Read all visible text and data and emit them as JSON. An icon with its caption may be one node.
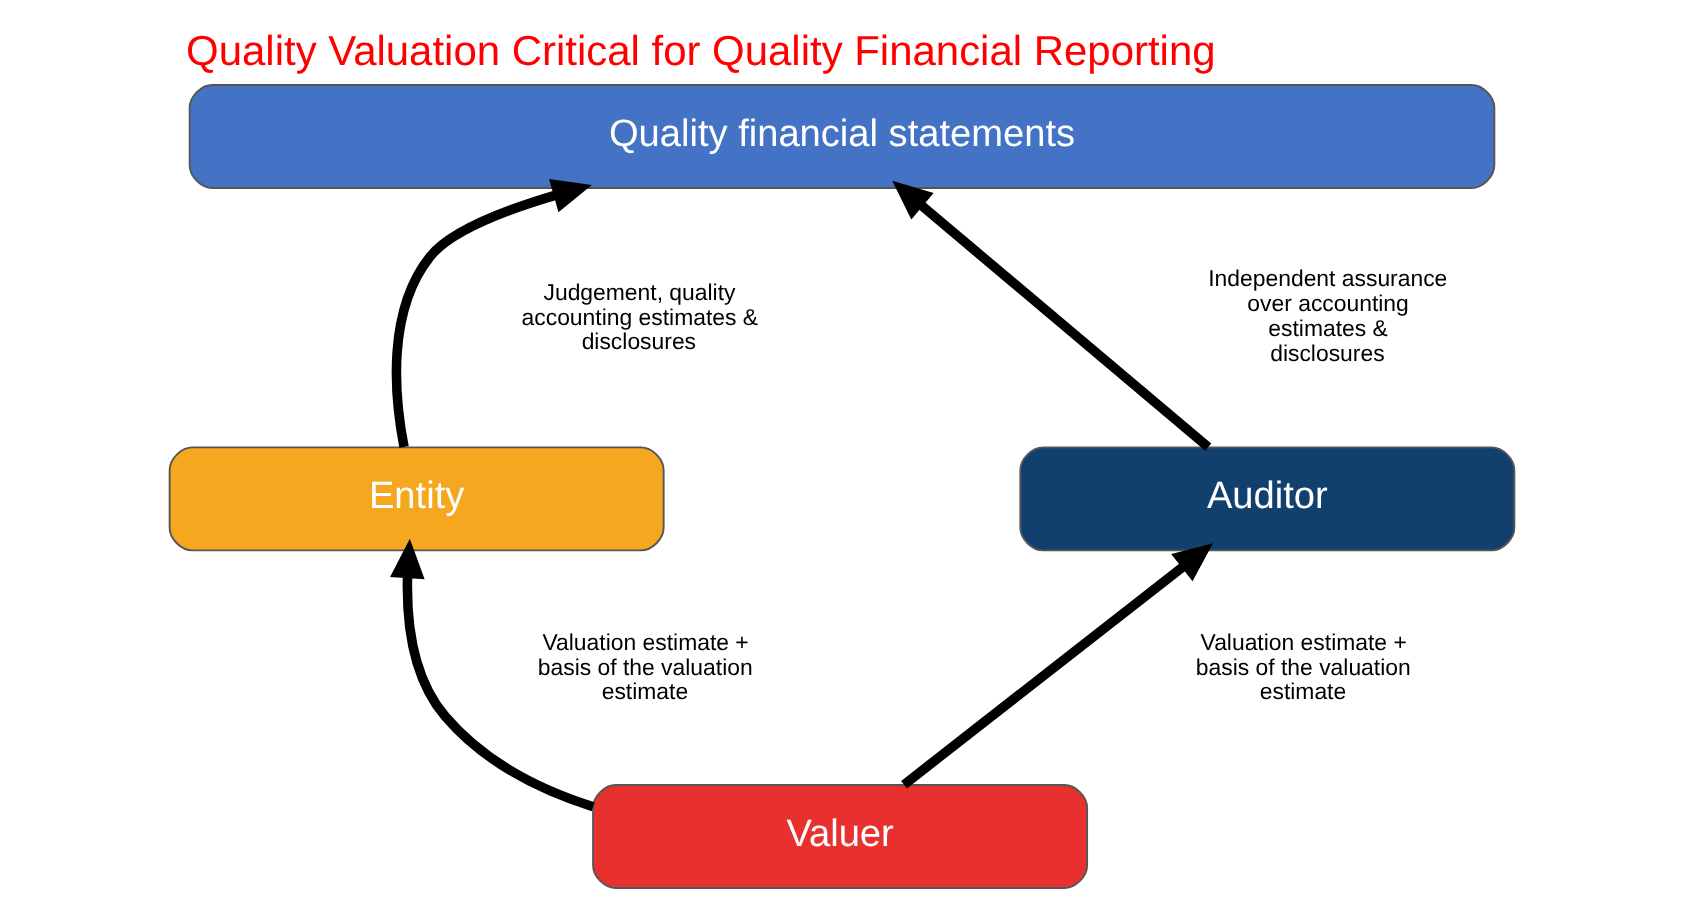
{
  "diagram": {
    "title": "Quality Valuation Critical for Quality Financial Reporting",
    "nodes": [
      {
        "text": [
          "Quality financial statements"
        ]
      },
      {
        "text": [
          "Entity"
        ]
      },
      {
        "text": [
          "Auditor"
        ]
      },
      {
        "text": [
          "Valuer"
        ]
      }
    ],
    "edges": [
      {
        "from": 1,
        "to": 0,
        "arrow": "to",
        "label": "Judgement, quality accounting estimates & disclosures"
      },
      {
        "from": 2,
        "to": 0,
        "arrow": "to",
        "label": "Independent assurance over accounting estimates & disclosures"
      },
      {
        "from": 3,
        "to": 1,
        "arrow": "to",
        "label": "Valuation estimate + basis of the valuation estimate"
      },
      {
        "from": 3,
        "to": 2,
        "arrow": "to",
        "label": "Valuation estimate + basis of the valuation estimate"
      }
    ]
  }
}
